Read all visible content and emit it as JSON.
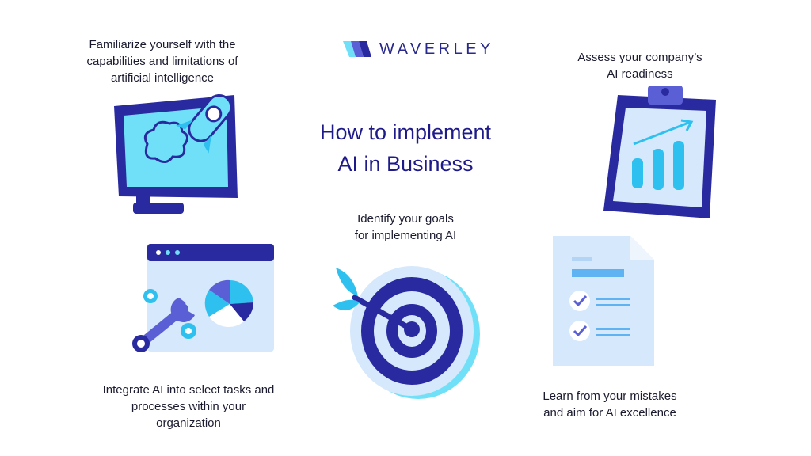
{
  "brand": {
    "name": "WAVERLEY"
  },
  "title": "How to implement\nAI in Business",
  "steps": [
    {
      "text": "Familiarize yourself with the\ncapabilities and limitations of\nartificial intelligence",
      "icon": "rocket-monitor-icon"
    },
    {
      "text": "Assess your company’s\nAI readiness",
      "icon": "clipboard-chart-icon"
    },
    {
      "text": "Identify your goals\nfor implementing AI",
      "icon": "target-dart-icon"
    },
    {
      "text": "Integrate AI into select tasks and\nprocesses within your\norganization",
      "icon": "browser-wrench-icon"
    },
    {
      "text": "Learn from your mistakes\nand aim for AI excellence",
      "icon": "checklist-document-icon"
    }
  ],
  "colors": {
    "navy": "#2a2aa0",
    "dark_navy": "#1e1a8a",
    "light_blue": "#6fe0f7",
    "pale_blue": "#d6e8fb",
    "cyan": "#2ec0ee",
    "accent_purple": "#5b5fd6"
  }
}
